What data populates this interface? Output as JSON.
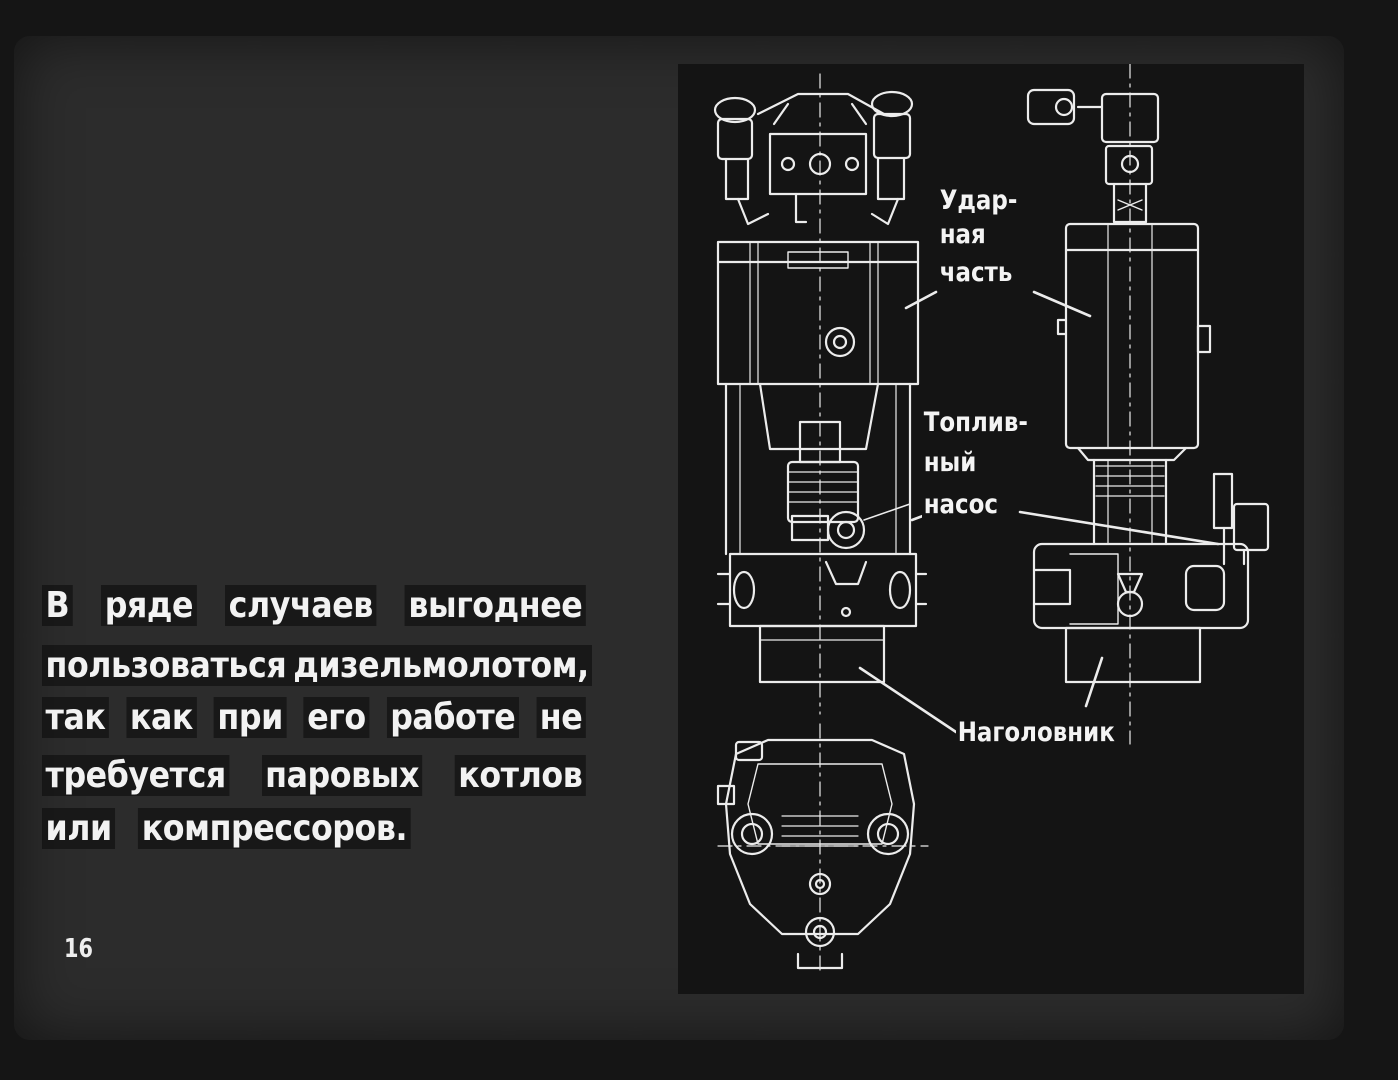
{
  "caption": {
    "lines": [
      [
        "В",
        "ряде",
        "случаев",
        "выгоднее"
      ],
      [
        "пользоваться",
        "дизельмолотом,"
      ],
      [
        "так",
        "как",
        "при",
        "его",
        "работе",
        "не"
      ],
      [
        "требуется",
        "паровых",
        "котлов"
      ],
      [
        "или",
        "компрессоров."
      ]
    ]
  },
  "frame_number": "16",
  "labels": {
    "impact_part": [
      "Удар-",
      "ная",
      "часть"
    ],
    "fuel_pump": [
      "Топлив-",
      "ный",
      "насос"
    ],
    "pile_cap": "Наголовник"
  },
  "colors": {
    "background": "#151515",
    "frame": "#2c2c2c",
    "panel": "#141414",
    "ink": "#f2f2f2"
  }
}
